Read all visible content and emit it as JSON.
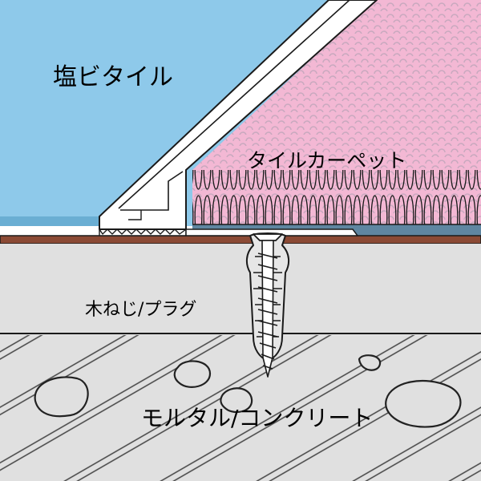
{
  "labels": {
    "vinyl_tile": "塩ビタイル",
    "tile_carpet": "タイルカーペット",
    "wood_screw_plug": "木ねじ/プラグ",
    "mortar_concrete": "モルタル/コンクリート"
  },
  "colors": {
    "vinyl_tile": "#8ec9ea",
    "tile_carpet": "#f3b8d4",
    "carpet_backing": "#5f86a1",
    "floor_substrate": "#e0e0e0",
    "base_board": "#8b4a35",
    "trim_profile": "#ffffff",
    "plug": "#e6e6e6",
    "outline": "#1a1a1a"
  },
  "icons": {
    "screw": "screw-icon",
    "plug": "plug-icon",
    "trim": "transition-strip"
  }
}
